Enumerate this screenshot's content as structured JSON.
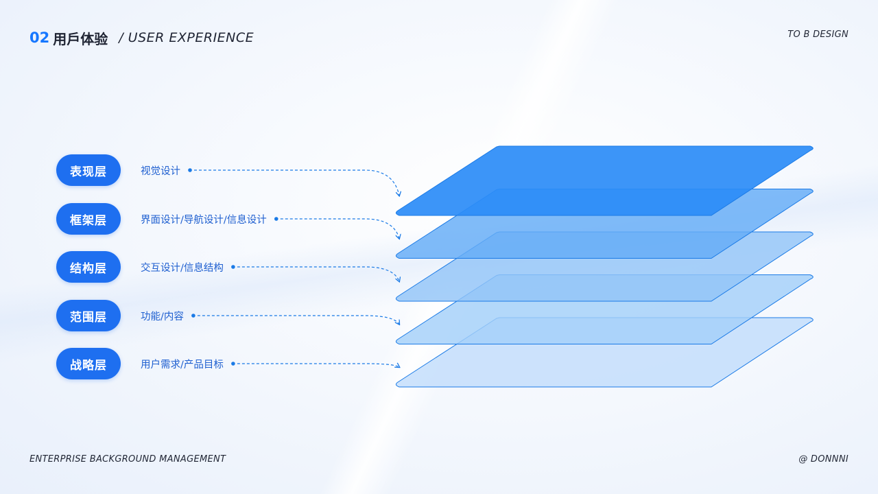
{
  "header": {
    "number": "02",
    "title": "用戶体验",
    "subtitle": "/ USER EXPERIENCE"
  },
  "top_right": "TO B DESIGN",
  "footer": {
    "left": "ENTERPRISE BACKGROUND MANAGEMENT",
    "right": "@ DONNNI"
  },
  "colors": {
    "accent": "#1e6ff0",
    "layer_fills": [
      "#2b8cf7",
      "#64acf7",
      "#93c5f8",
      "#a4cff9",
      "#c2ddfb"
    ],
    "layer_stroke": "#1a7ae6",
    "dash": "#1a7ae6"
  },
  "layers": [
    {
      "label": "表现层",
      "description": "视觉设计"
    },
    {
      "label": "框架层",
      "description": "界面设计/导航设计/信息设计"
    },
    {
      "label": "结构层",
      "description": "交互设计/信息结构"
    },
    {
      "label": "范围层",
      "description": "功能/内容"
    },
    {
      "label": "战略层",
      "description": "用户需求/产品目标"
    }
  ]
}
